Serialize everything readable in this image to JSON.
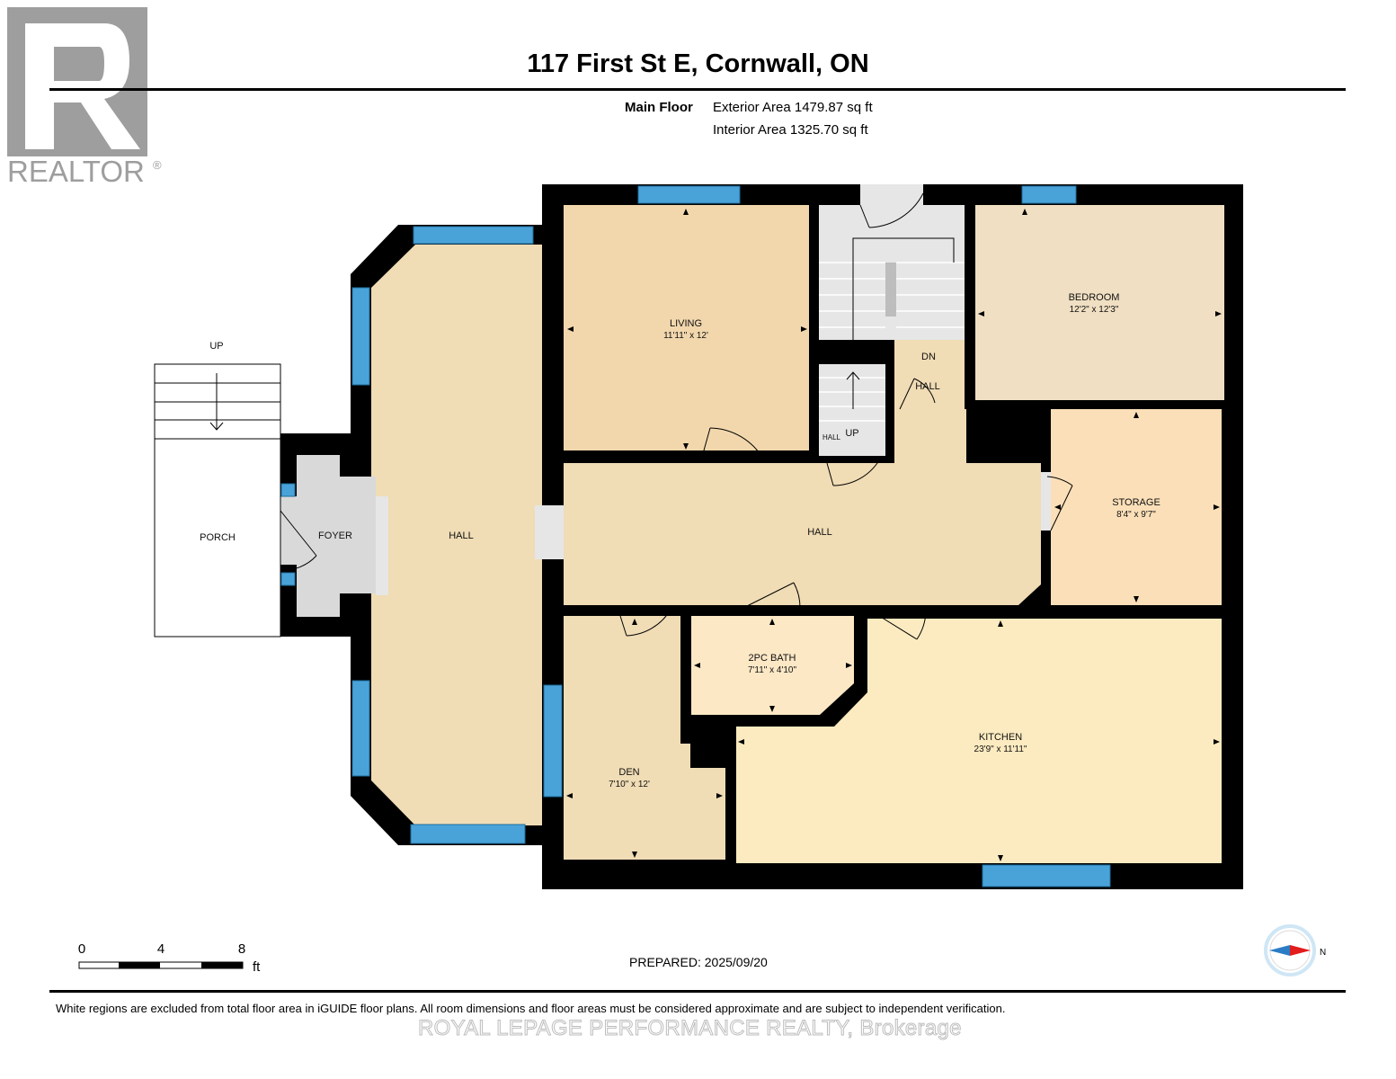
{
  "header": {
    "title": "117 First St E, Cornwall, ON",
    "floor_name": "Main Floor",
    "exterior_area": "Exterior Area 1479.87 sq ft",
    "interior_area": "Interior Area 1325.70 sq ft"
  },
  "logo": {
    "text": "REALTOR",
    "registered": "®"
  },
  "rooms": {
    "living": {
      "name": "LIVING",
      "dims": "11'11\" x 12'"
    },
    "bedroom": {
      "name": "BEDROOM",
      "dims": "12'2\" x 12'3\""
    },
    "storage": {
      "name": "STORAGE",
      "dims": "8'4\" x 9'7\""
    },
    "bath": {
      "name": "2PC BATH",
      "dims": "7'11\" x 4'10\""
    },
    "kitchen": {
      "name": "KITCHEN",
      "dims": "23'9\" x 11'11\""
    },
    "den": {
      "name": "DEN",
      "dims": "7'10\" x 12'"
    },
    "hall_west": {
      "name": "HALL"
    },
    "hall_center": {
      "name": "HALL"
    },
    "hall_small": {
      "name": "HALL"
    },
    "hall_tiny": {
      "name": "HALL"
    },
    "foyer": {
      "name": "FOYER"
    },
    "porch": {
      "name": "PORCH"
    }
  },
  "stairs": {
    "porch_up": "UP",
    "main_dn": "DN",
    "main_up": "UP"
  },
  "scale": {
    "ticks": [
      "0",
      "4",
      "8"
    ],
    "unit": "ft"
  },
  "compass": {
    "label": "N"
  },
  "footer": {
    "prepared": "PREPARED: 2025/09/20",
    "disclaimer": "White regions are excluded from total floor area in iGUIDE floor plans. All room dimensions and floor areas must be considered approximate and are subject to independent verification.",
    "brokerage": "ROYAL LEPAGE PERFORMANCE REALTY, Brokerage"
  },
  "colors": {
    "wall": "#000000",
    "window": "#4aa3d8",
    "living": "#f2d7ad",
    "hall": "#f0dcb5",
    "bedroom": "#f0dfc2",
    "storage": "#fbdfb8",
    "bath": "#fde8c6",
    "kitchen": "#fcebc0",
    "den": "#f0dcb5",
    "foyer": "#d9d9d9",
    "stair": "#e6e6e6"
  }
}
